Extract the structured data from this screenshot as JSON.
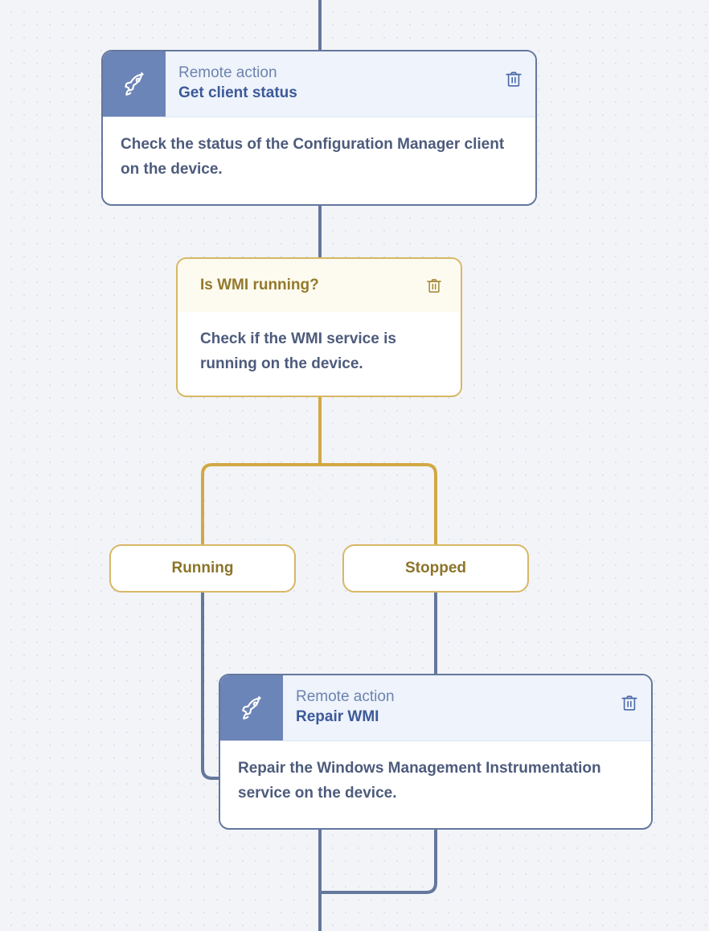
{
  "canvas": {
    "background_color": "#f2f4f8",
    "dot_color": "#e0e3ec",
    "edge_color_default": "#64779c",
    "edge_color_branch": "#d2a844"
  },
  "nodes": [
    {
      "id": "get-client-status",
      "type": "action",
      "kind_label": "Remote action",
      "title": "Get client status",
      "description": "Check the status of the Configuration Manager client on the device.",
      "icon": "rocket-icon",
      "delete_icon": "trash-icon",
      "accent_color": "#6c85b8",
      "border_color": "#64779c",
      "header_bg": "#eef3fc"
    },
    {
      "id": "is-wmi-running",
      "type": "decision",
      "title": "Is WMI running?",
      "description": "Check if the WMI service is running on the device.",
      "delete_icon": "trash-icon",
      "border_color": "#d8b765",
      "header_bg": "#fdfbef",
      "title_color": "#94792c"
    },
    {
      "id": "repair-wmi",
      "type": "action",
      "kind_label": "Remote action",
      "title": "Repair WMI",
      "description": "Repair the Windows Management Instrumentation service on the device.",
      "icon": "rocket-icon",
      "delete_icon": "trash-icon",
      "accent_color": "#6c85b8",
      "border_color": "#64779c",
      "header_bg": "#eef3fc"
    }
  ],
  "branches": [
    {
      "id": "branch-running",
      "label": "Running",
      "border_color": "#d8b765",
      "text_color": "#8c7429"
    },
    {
      "id": "branch-stopped",
      "label": "Stopped",
      "border_color": "#d8b765",
      "text_color": "#8c7429"
    }
  ]
}
